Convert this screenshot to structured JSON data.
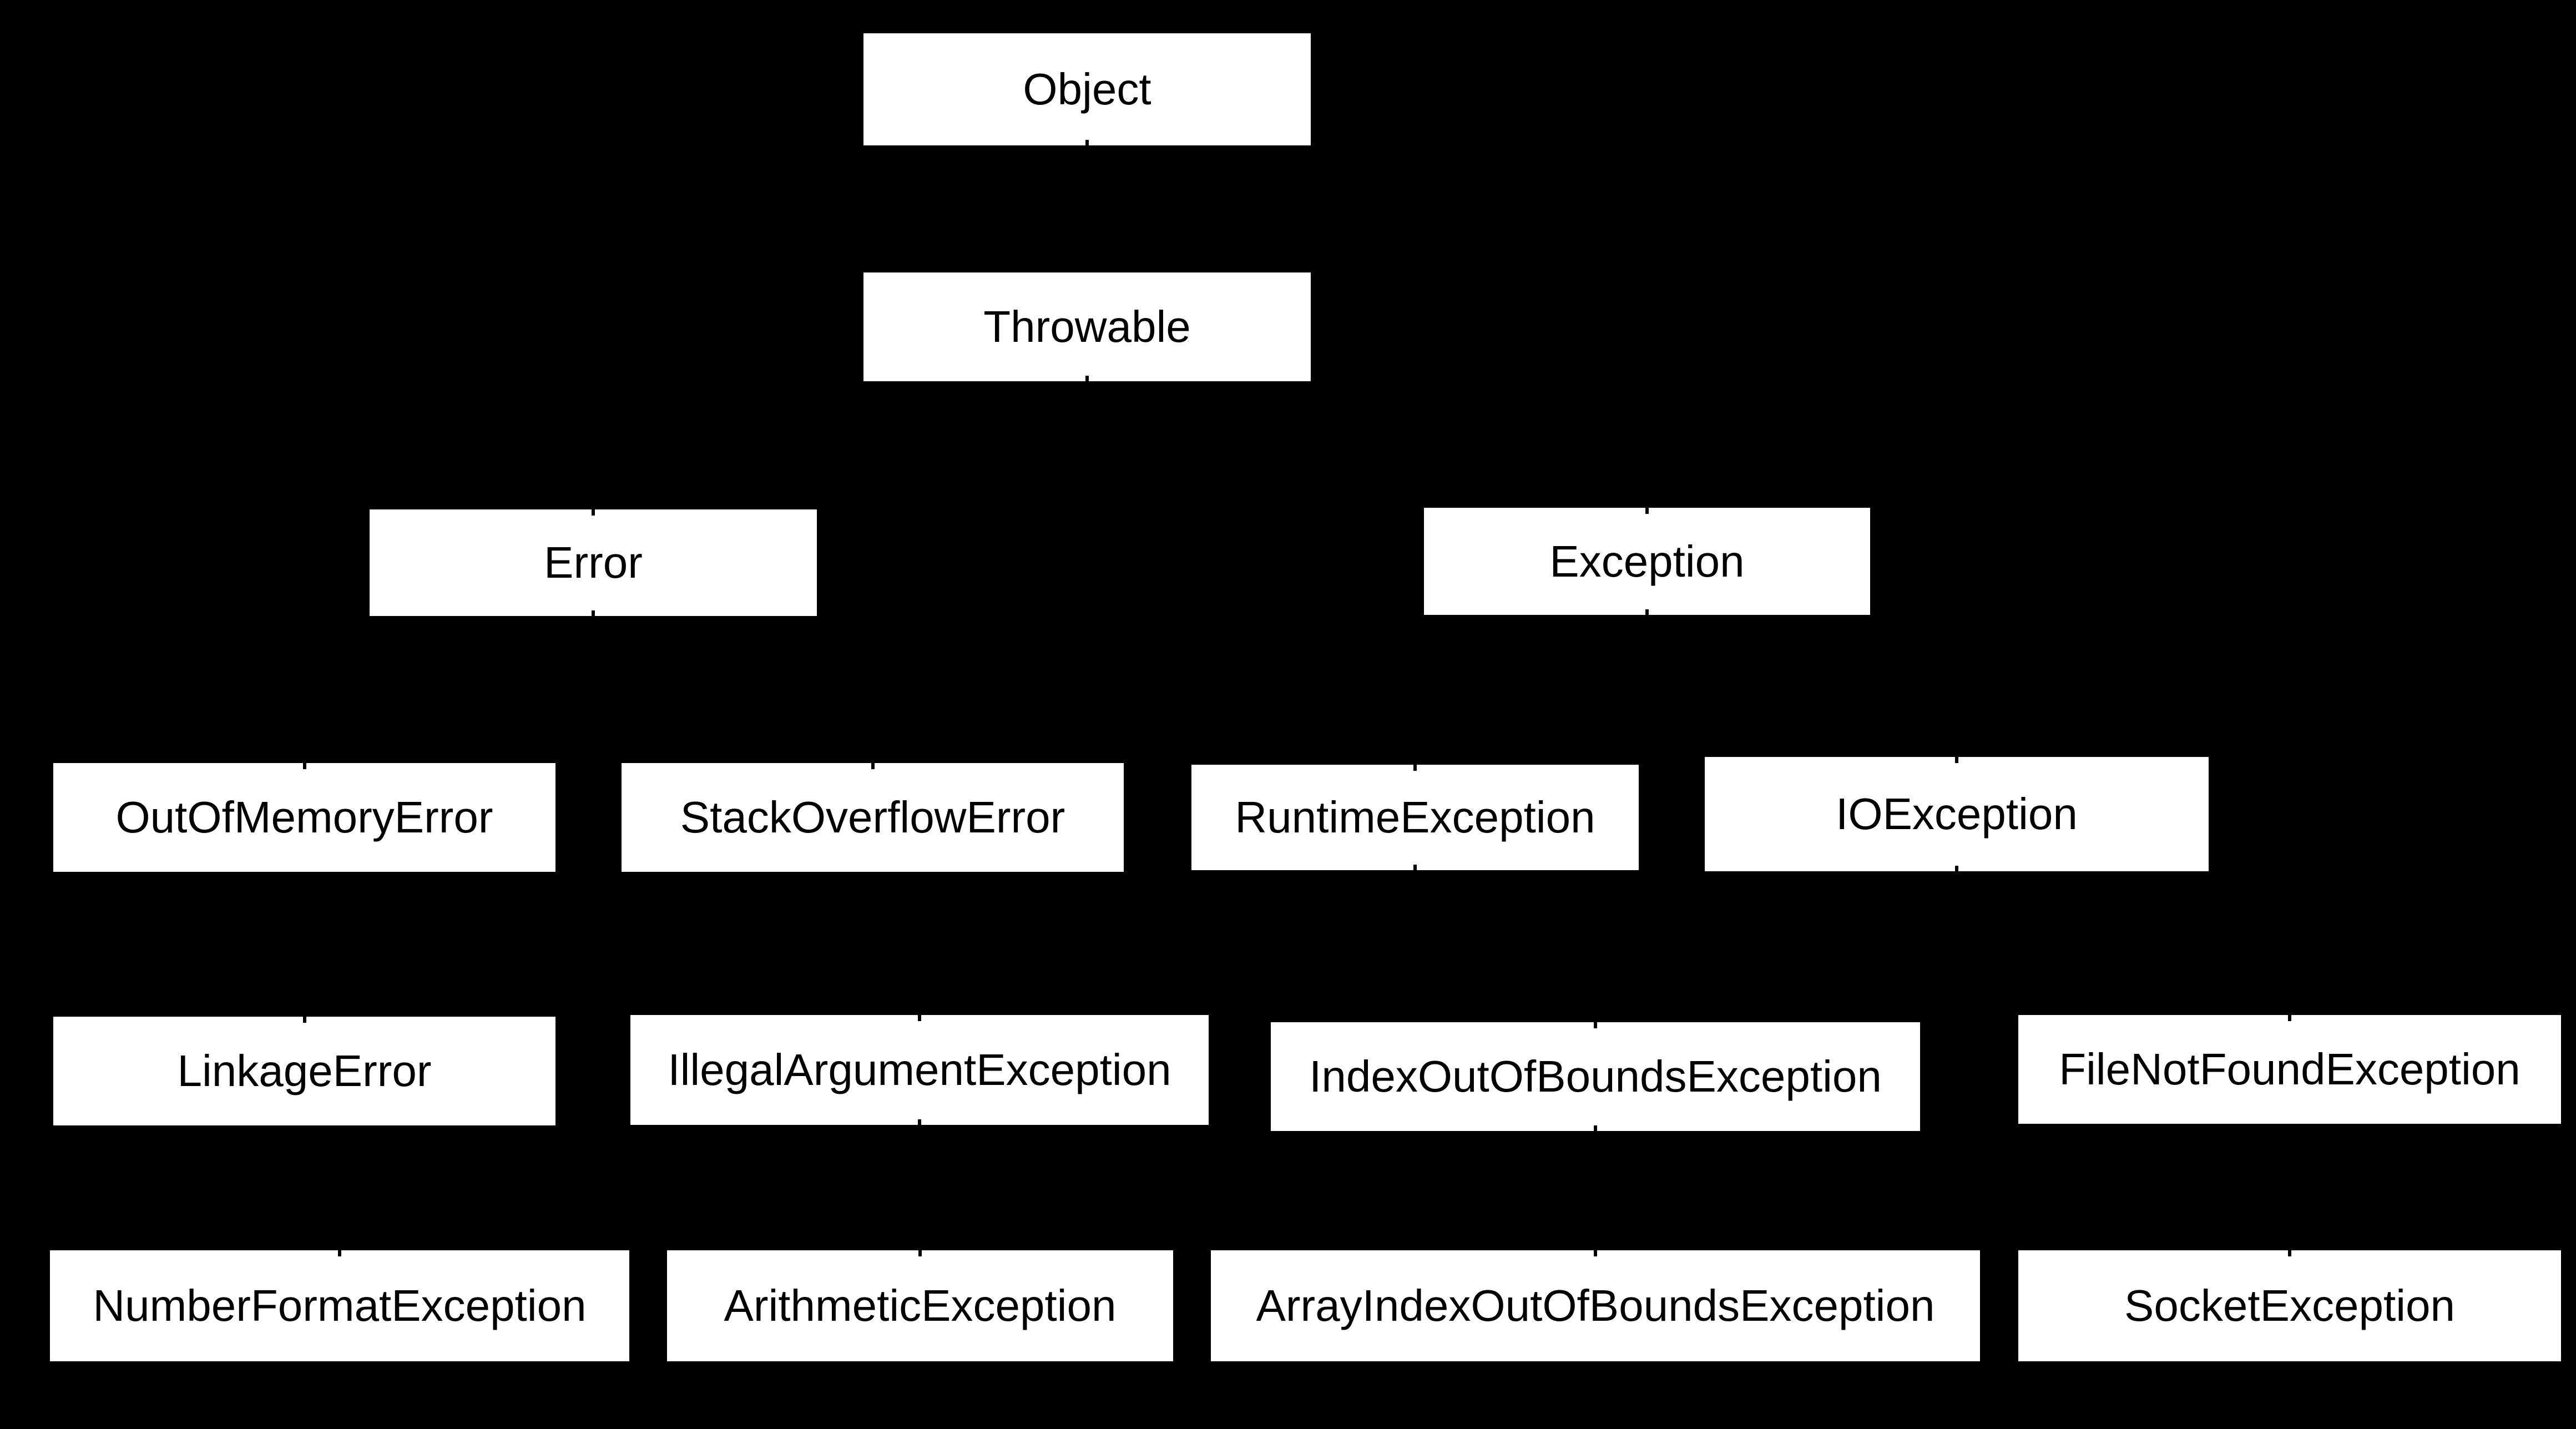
{
  "diagram": {
    "colors": {
      "background": "#000000",
      "node_fill": "#ffffff",
      "node_text": "#000000"
    },
    "nodes": [
      {
        "id": "object",
        "label": "Object",
        "row": 1
      },
      {
        "id": "throwable",
        "label": "Throwable",
        "row": 2
      },
      {
        "id": "error",
        "label": "Error",
        "row": 3
      },
      {
        "id": "exception",
        "label": "Exception",
        "row": 3
      },
      {
        "id": "out-of-memory-error",
        "label": "OutOfMemoryError",
        "row": 4
      },
      {
        "id": "stack-overflow-error",
        "label": "StackOverflowError",
        "row": 4
      },
      {
        "id": "runtime-exception",
        "label": "RuntimeException",
        "row": 4
      },
      {
        "id": "io-exception",
        "label": "IOException",
        "row": 4
      },
      {
        "id": "linkage-error",
        "label": "LinkageError",
        "row": 5
      },
      {
        "id": "illegal-argument-exception",
        "label": "IllegalArgumentException",
        "row": 5
      },
      {
        "id": "index-out-of-bounds-exception",
        "label": "IndexOutOfBoundsException",
        "row": 5
      },
      {
        "id": "file-not-found-exception",
        "label": "FileNotFoundException",
        "row": 5
      },
      {
        "id": "number-format-exception",
        "label": "NumberFormatException",
        "row": 6
      },
      {
        "id": "arithmetic-exception",
        "label": "ArithmeticException",
        "row": 6
      },
      {
        "id": "array-index-out-of-bounds-exception",
        "label": "ArrayIndexOutOfBoundsException",
        "row": 6
      },
      {
        "id": "socket-exception",
        "label": "SocketException",
        "row": 6
      }
    ]
  }
}
